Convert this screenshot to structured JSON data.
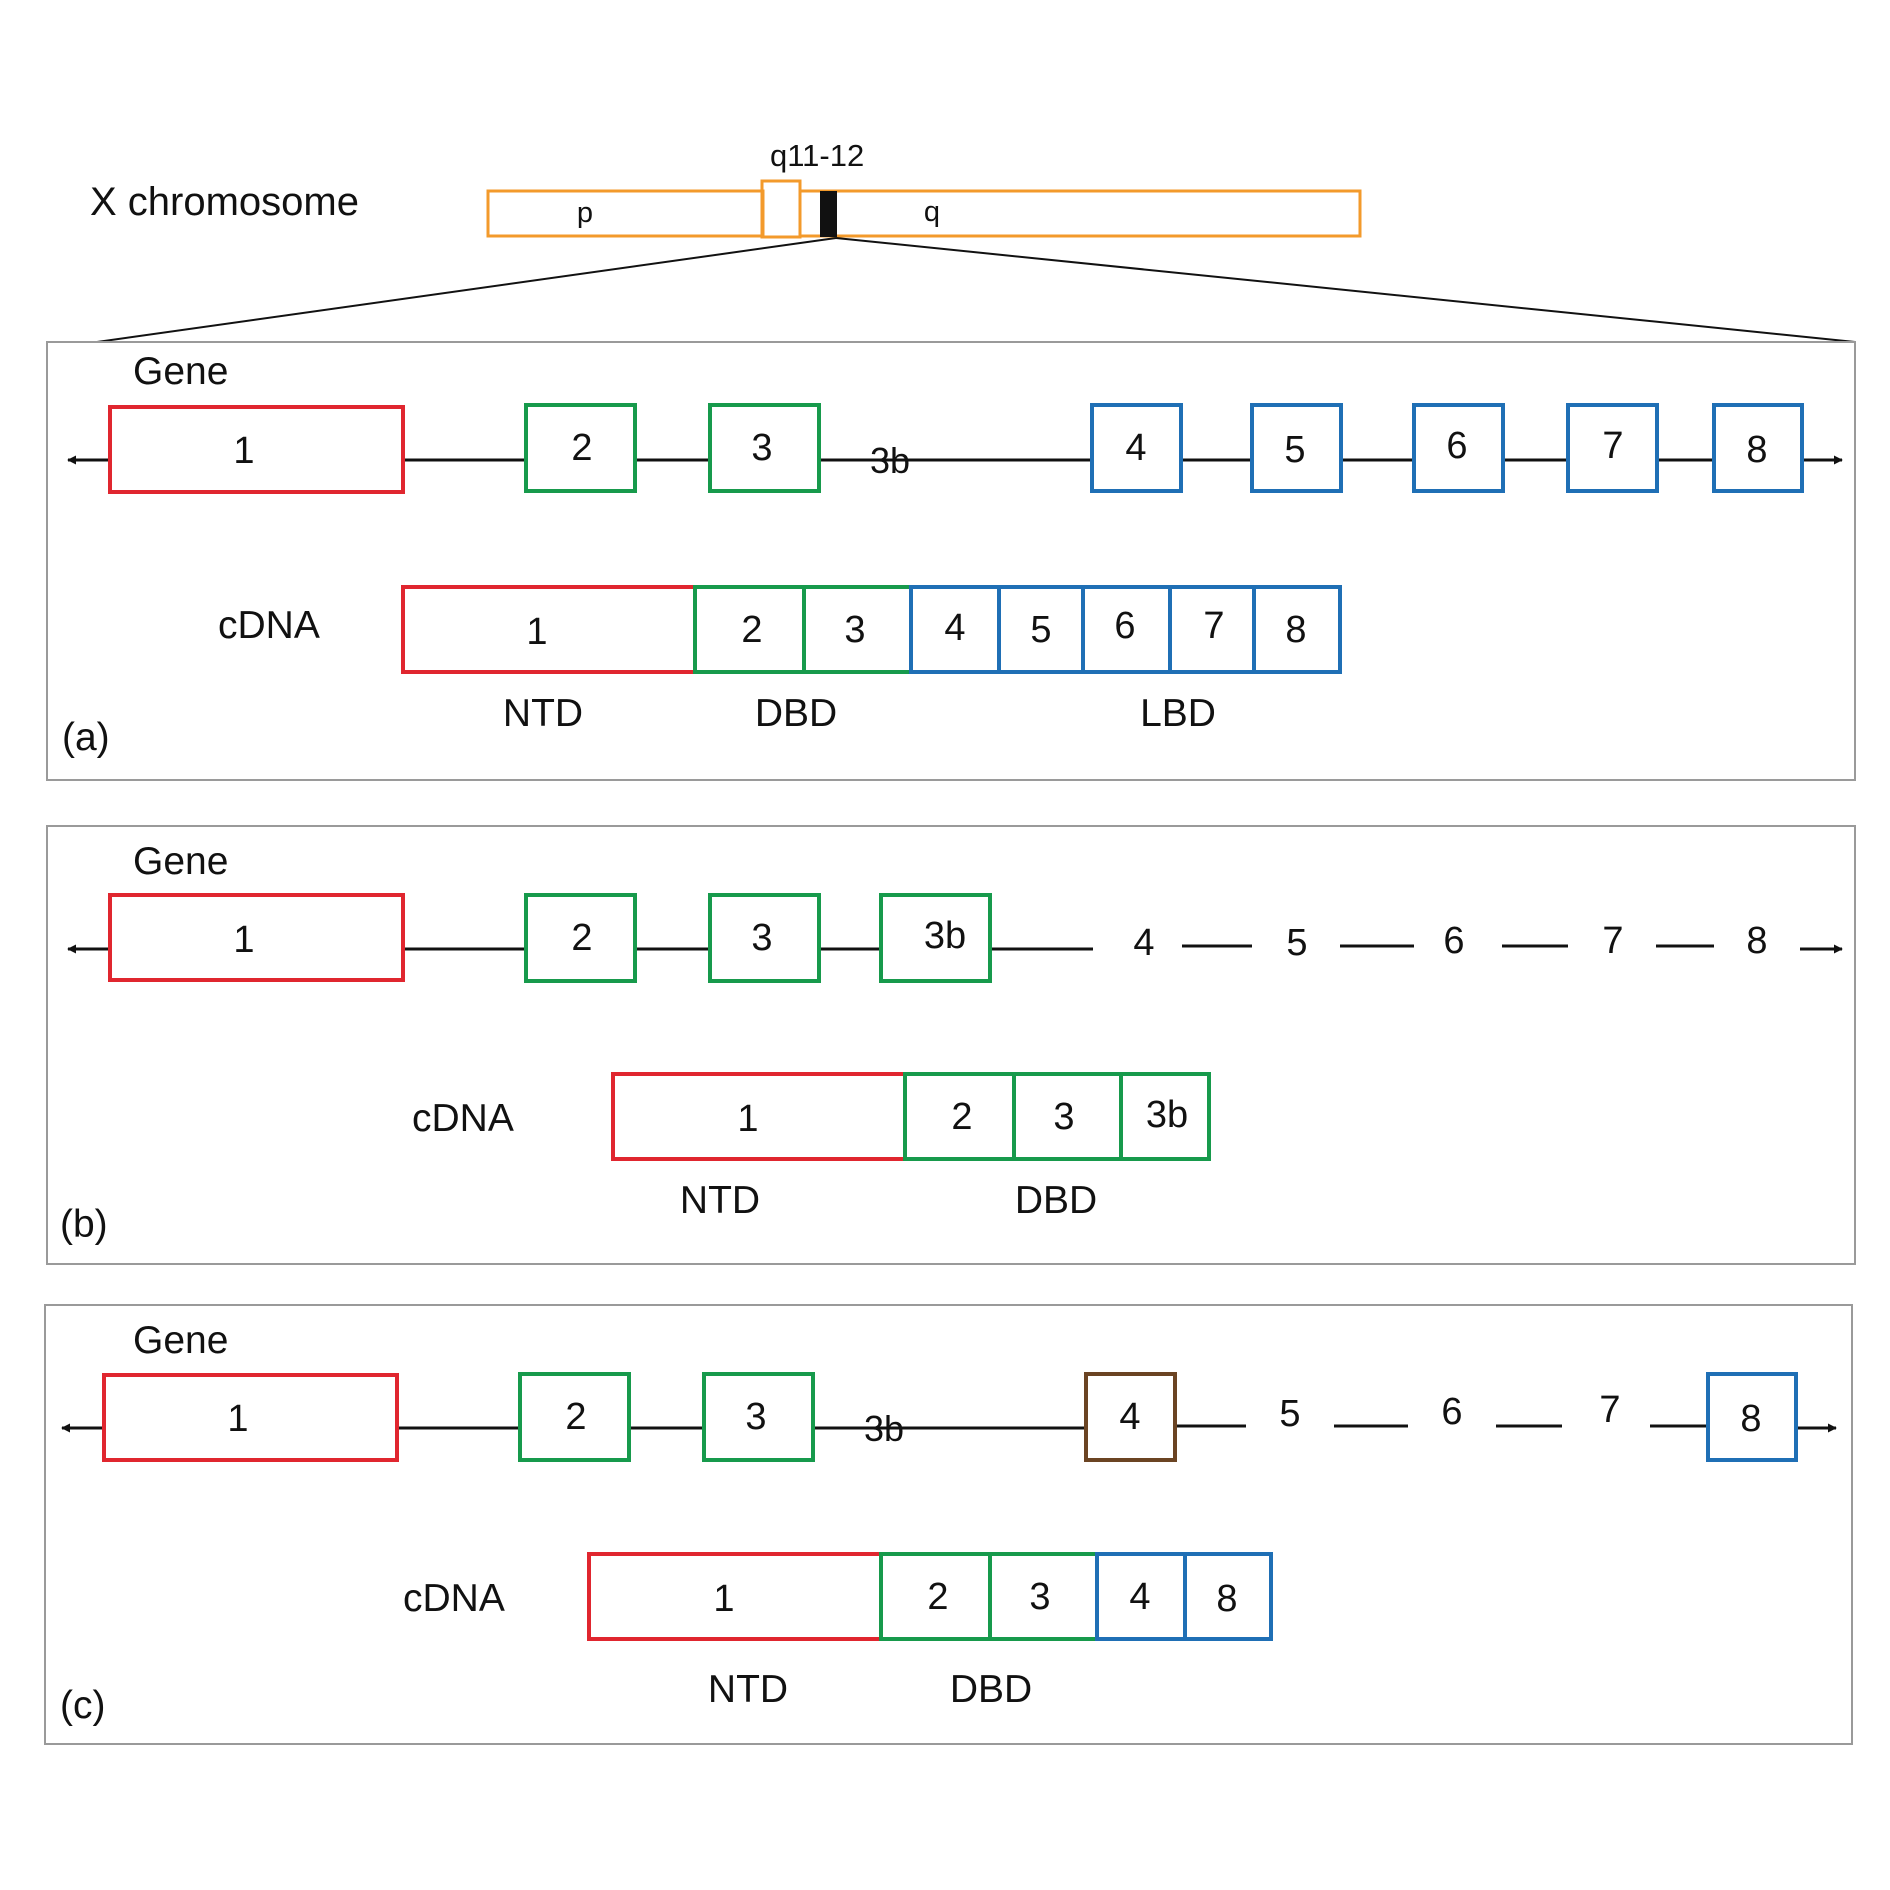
{
  "colors": {
    "ntd": "#e0262f",
    "dbd": "#179a4c",
    "lbd": "#1f6fb5",
    "variant_exon": "#6b4423",
    "chromosome": "#f39a2b",
    "line": "#111111",
    "panel_border": "#9a9a9a"
  },
  "chromosome": {
    "label": "X chromosome",
    "band_label": "q11-12",
    "p_label": "p",
    "q_label": "q"
  },
  "panels": [
    {
      "id": "a",
      "tag": "(a)",
      "gene_label": "Gene",
      "cdna_label": "cDNA",
      "gene_exons": [
        "1",
        "2",
        "3",
        "4",
        "5",
        "6",
        "7",
        "8"
      ],
      "gene_intron_labels": [
        "3b"
      ],
      "cdna_exons": [
        "1",
        "2",
        "3",
        "4",
        "5",
        "6",
        "7",
        "8"
      ],
      "domains": [
        "NTD",
        "DBD",
        "LBD"
      ]
    },
    {
      "id": "b",
      "tag": "(b)",
      "gene_label": "Gene",
      "cdna_label": "cDNA",
      "gene_exons": [
        "1",
        "2",
        "3",
        "3b"
      ],
      "gene_unboxed_labels": [
        "4",
        "5",
        "6",
        "7",
        "8"
      ],
      "cdna_exons": [
        "1",
        "2",
        "3",
        "3b"
      ],
      "domains": [
        "NTD",
        "DBD"
      ]
    },
    {
      "id": "c",
      "tag": "(c)",
      "gene_label": "Gene",
      "cdna_label": "cDNA",
      "gene_exons": [
        "1",
        "2",
        "3",
        "4",
        "8"
      ],
      "gene_intron_labels": [
        "3b"
      ],
      "gene_unboxed_labels": [
        "5",
        "6",
        "7"
      ],
      "cdna_exons": [
        "1",
        "2",
        "3",
        "4",
        "8"
      ],
      "domains": [
        "NTD",
        "DBD"
      ]
    }
  ]
}
